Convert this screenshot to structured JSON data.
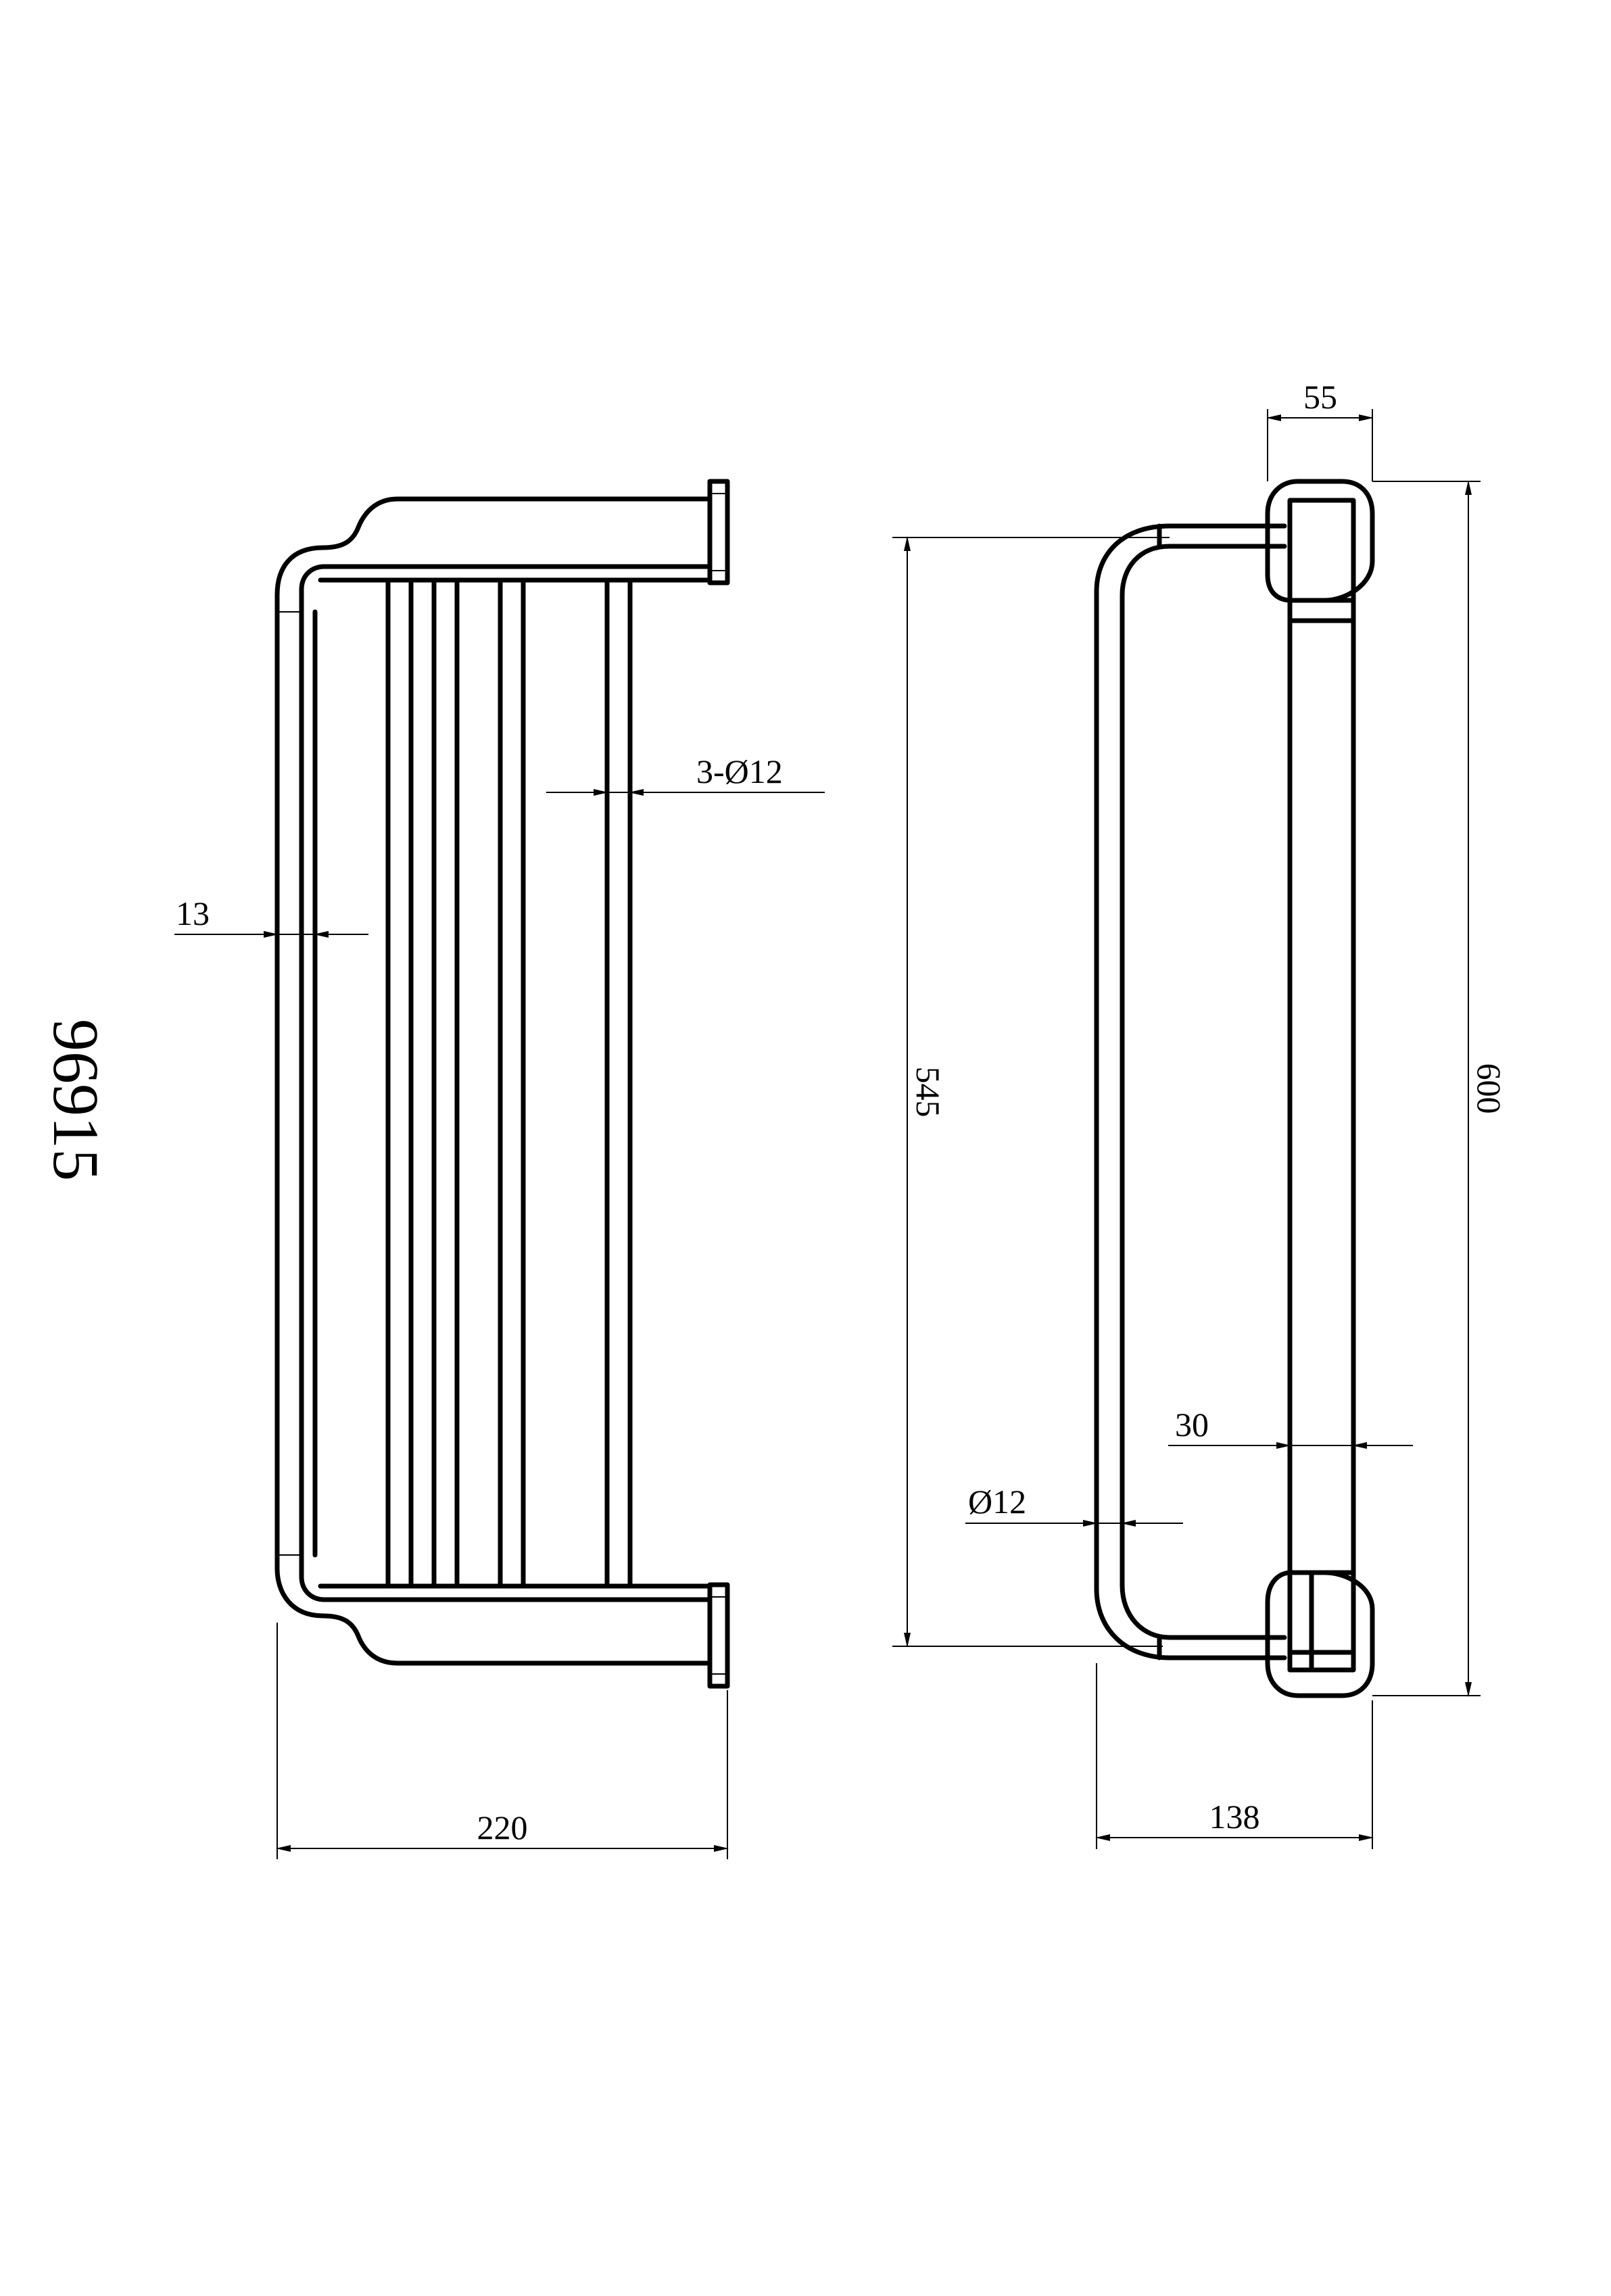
{
  "drawing": {
    "model_number": "96915",
    "colors": {
      "line": "#000000",
      "background": "#ffffff"
    }
  },
  "front_view": {
    "width_label": "220",
    "rail_thickness_label": "13",
    "bars_label": "3-Ø12"
  },
  "side_view": {
    "depth_label": "138",
    "mount_width_label": "55",
    "overall_height_label": "600",
    "rail_length_label": "545",
    "tube_diameter_label": "Ø12",
    "plate_thickness_label": "30"
  }
}
